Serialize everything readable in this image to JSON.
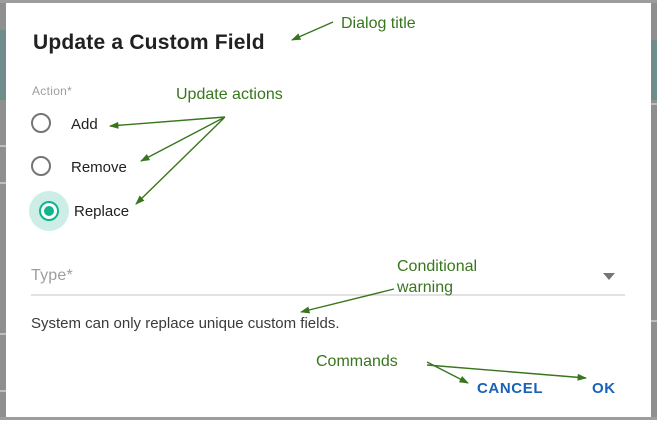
{
  "dialog": {
    "title": "Update a Custom Field",
    "action": {
      "label": "Action*",
      "options": [
        {
          "label": "Add",
          "selected": false
        },
        {
          "label": "Remove",
          "selected": false
        },
        {
          "label": "Replace",
          "selected": true
        }
      ],
      "selected_value": "Replace"
    },
    "type_field": {
      "label": "Type*",
      "value": "",
      "icon": "chevron-down-icon"
    },
    "warning": "System can only replace unique custom fields.",
    "commands": {
      "cancel": "CANCEL",
      "ok": "OK"
    }
  },
  "annotations": {
    "title_note": "Dialog title",
    "actions_note": "Update actions",
    "warning_note": "Conditional warning",
    "commands_note": "Commands"
  },
  "colors": {
    "annotation_green": "#38761d",
    "radio_selected_teal": "#12b48e",
    "radio_selected_halo": "#cdeee6",
    "command_blue": "#1962b8",
    "background_sliver_gray": "#8f8f8f",
    "background_sliver_teal": "#6f8e8b"
  }
}
